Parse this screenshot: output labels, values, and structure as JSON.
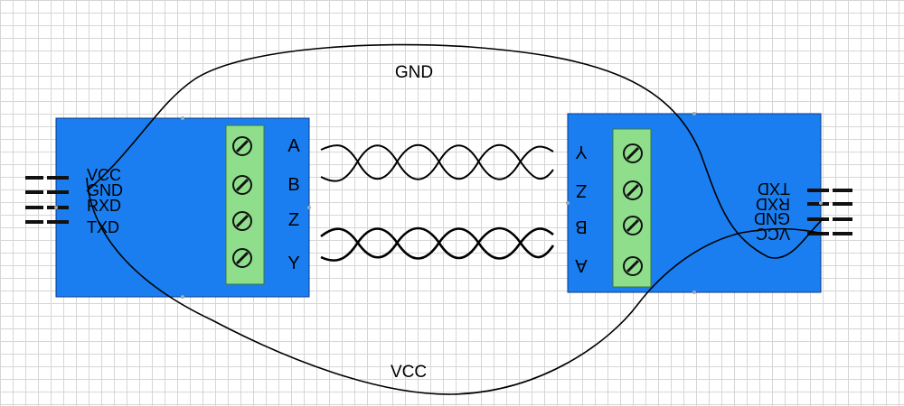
{
  "left_module": {
    "pins": [
      "VCC",
      "GND",
      "RXD",
      "TXD"
    ],
    "terminals": [
      "A",
      "B",
      "Z",
      "Y"
    ]
  },
  "right_module": {
    "pins": [
      "TXD",
      "RXD",
      "GND",
      "VCC"
    ],
    "terminals": [
      "Y",
      "Z",
      "B",
      "A"
    ]
  },
  "wires": {
    "gnd_label": "GND",
    "vcc_label": "VCC"
  },
  "colors": {
    "module": "#1a7ef0",
    "terminal_block": "#8fde8c",
    "wire": "#000000"
  }
}
